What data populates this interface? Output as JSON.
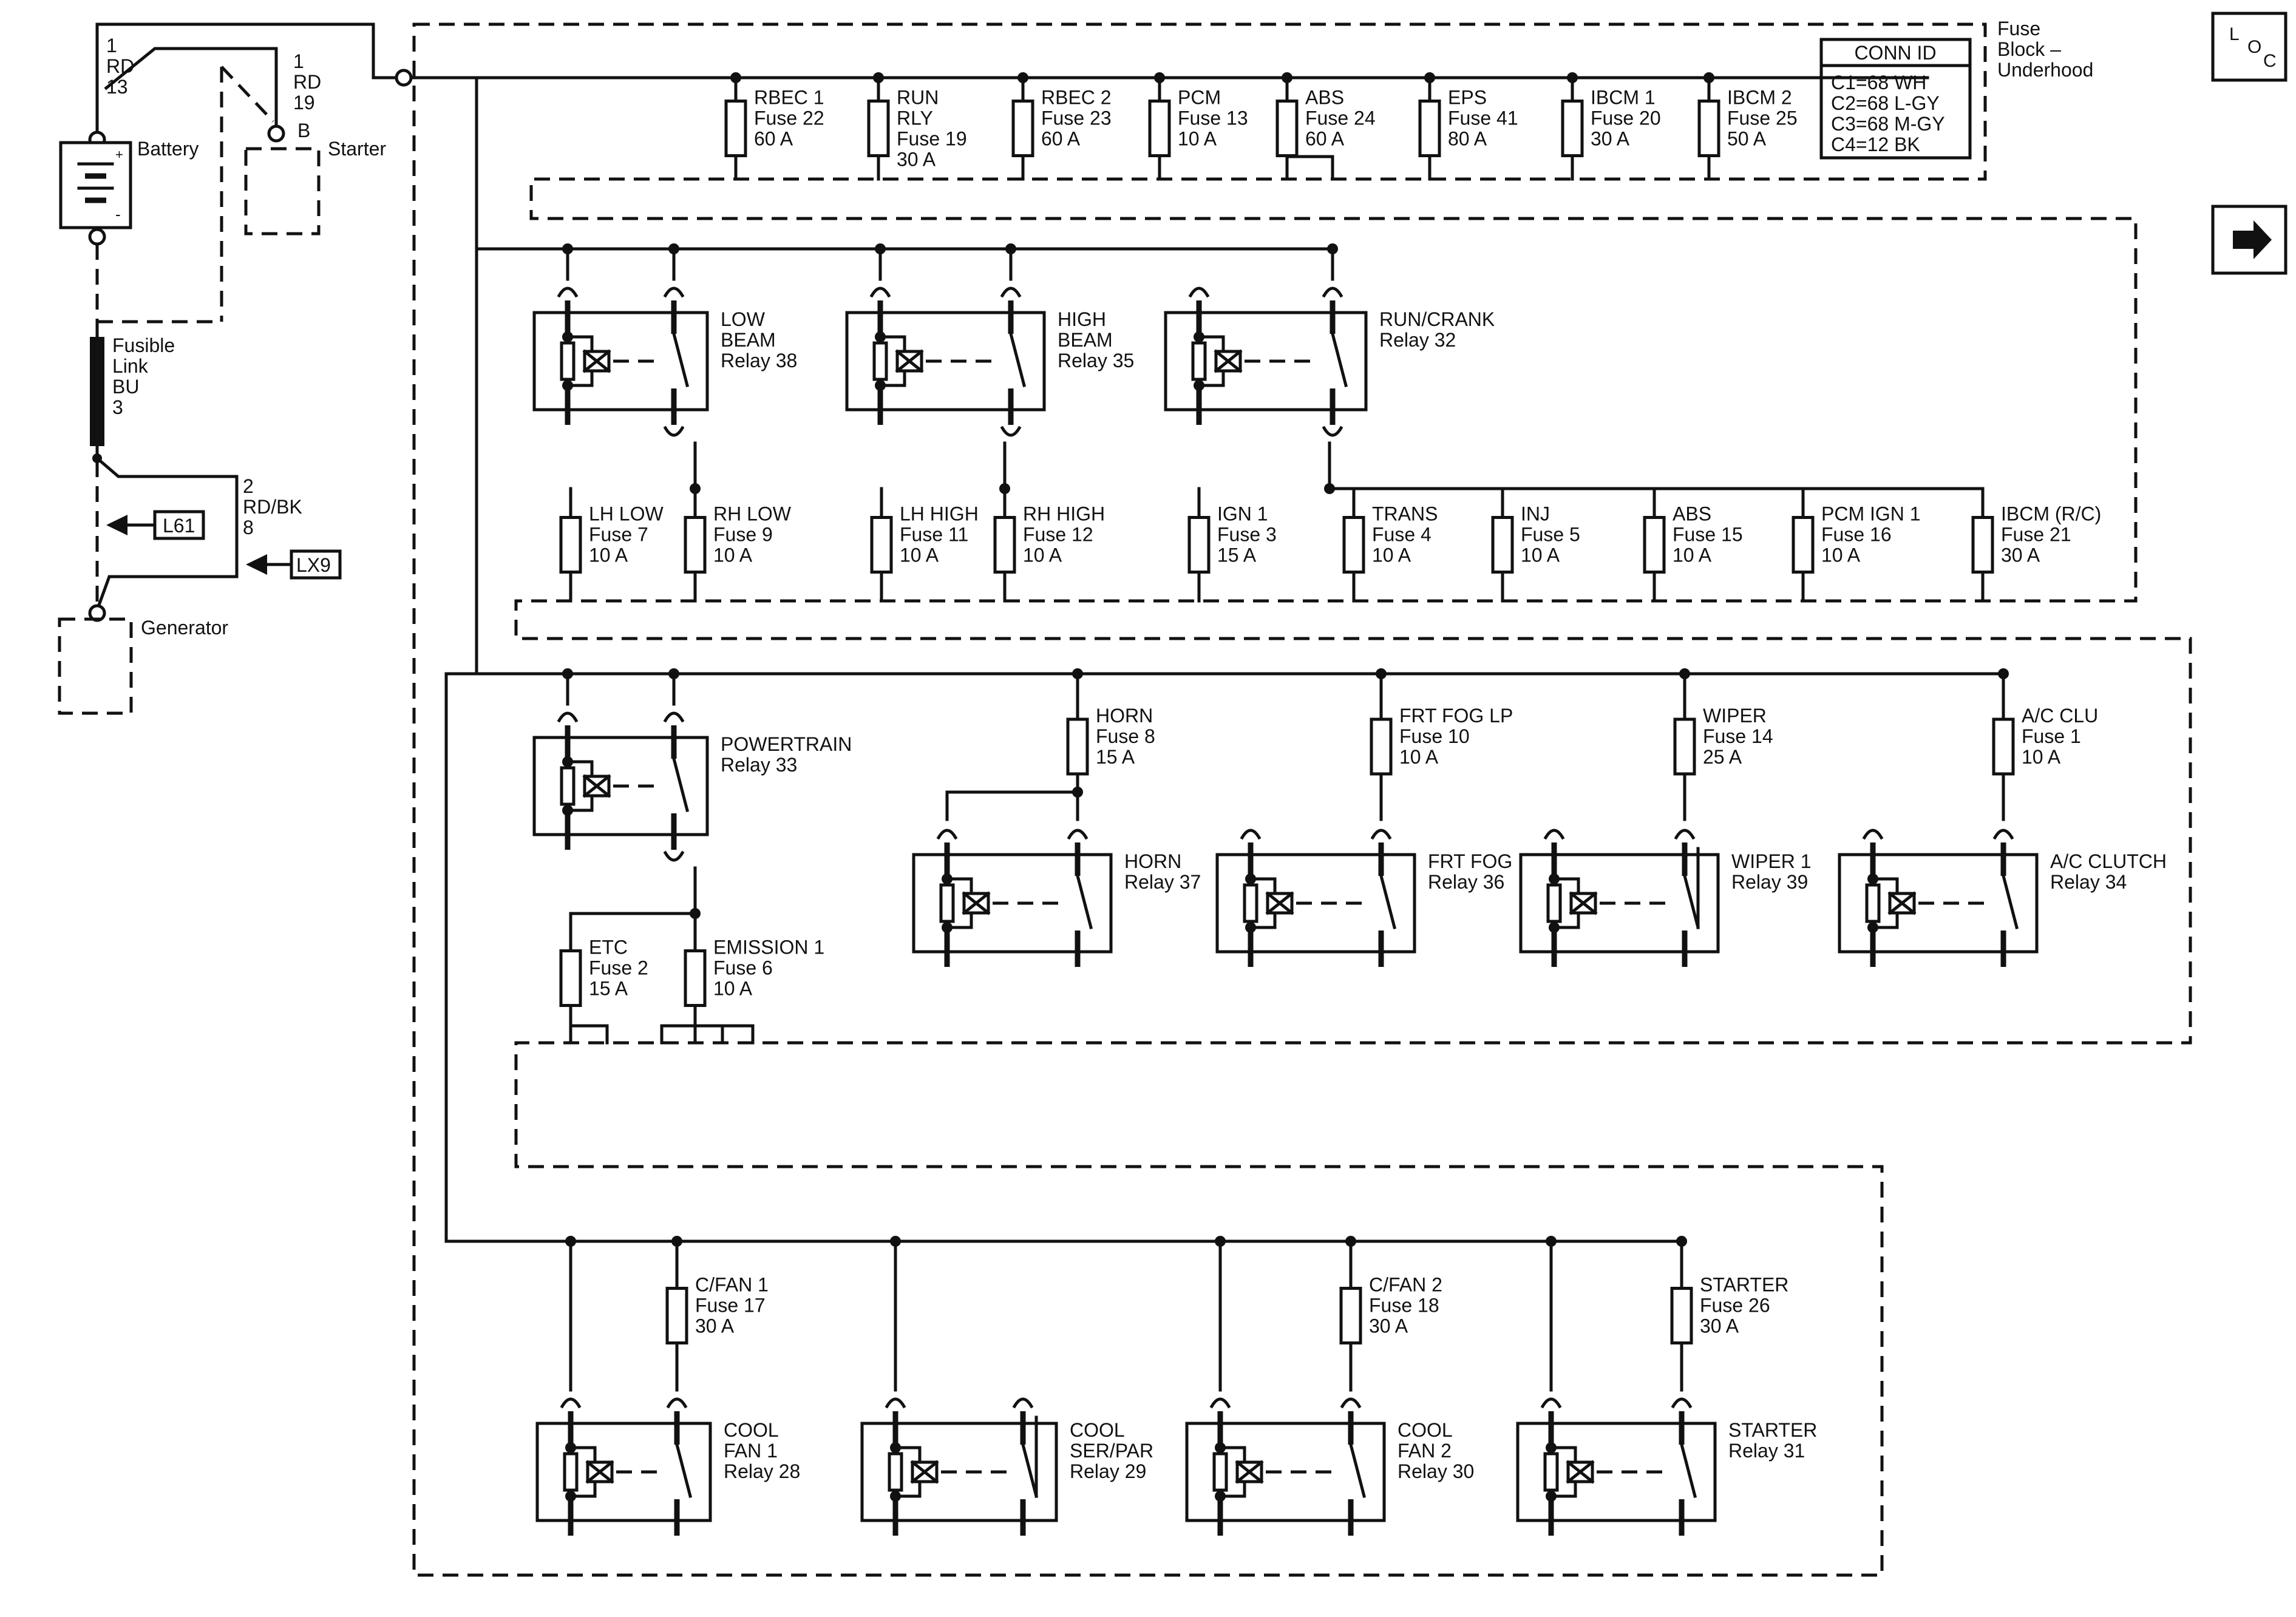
{
  "loc_icon": {
    "letters": [
      "L",
      "O",
      "C"
    ]
  },
  "arrow_icon": "right-arrow-icon",
  "fuse_block": {
    "title_lines": [
      "Fuse",
      "Block –",
      "Underhood"
    ]
  },
  "conn_id": {
    "title": "CONN ID",
    "rows": [
      "C1=68 WH",
      "C2=68 L-GY",
      "C3=68 M-GY",
      "C4=12 BK"
    ]
  },
  "battery": {
    "label": "Battery",
    "plus": "+",
    "minus": "-"
  },
  "starter": {
    "label": "Starter",
    "terminal": "B"
  },
  "generator": {
    "label": "Generator"
  },
  "wire_battery": [
    "1",
    "RD",
    "13"
  ],
  "wire_starter": [
    "1",
    "RD",
    "19"
  ],
  "wire_generator": [
    "2",
    "RD/BK",
    "8"
  ],
  "fusible_link": [
    "Fusible",
    "Link",
    "BU",
    "3"
  ],
  "options": [
    "L61",
    "LX9"
  ],
  "top_fuses": [
    [
      "RBEC 1",
      "Fuse 22",
      "60 A"
    ],
    [
      "RUN",
      "RLY",
      "Fuse 19",
      "30 A"
    ],
    [
      "RBEC 2",
      "Fuse 23",
      "60 A"
    ],
    [
      "PCM",
      "Fuse 13",
      "10 A"
    ],
    [
      "ABS",
      "Fuse 24",
      "60 A"
    ],
    [
      "EPS",
      "Fuse 41",
      "80 A"
    ],
    [
      "IBCM 1",
      "Fuse 20",
      "30 A"
    ],
    [
      "IBCM 2",
      "Fuse 25",
      "50 A"
    ]
  ],
  "relays": {
    "low_beam": [
      "LOW",
      "BEAM",
      "Relay 38"
    ],
    "high_beam": [
      "HIGH",
      "BEAM",
      "Relay 35"
    ],
    "run_crank": [
      "RUN/CRANK",
      "Relay 32"
    ],
    "powertrain": [
      "POWERTRAIN",
      "Relay 33"
    ],
    "horn": [
      "HORN",
      "Relay 37"
    ],
    "frt_fog": [
      "FRT FOG",
      "Relay 36"
    ],
    "wiper1": [
      "WIPER 1",
      "Relay 39"
    ],
    "ac_clutch": [
      "A/C CLUTCH",
      "Relay 34"
    ],
    "cool_fan1": [
      "COOL",
      "FAN 1",
      "Relay 28"
    ],
    "cool_ser": [
      "COOL",
      "SER/PAR",
      "Relay 29"
    ],
    "cool_fan2": [
      "COOL",
      "FAN 2",
      "Relay 30"
    ],
    "starter": [
      "STARTER",
      "Relay 31"
    ]
  },
  "row2_fuses": [
    [
      "LH LOW",
      "Fuse 7",
      "10 A"
    ],
    [
      "RH LOW",
      "Fuse 9",
      "10 A"
    ],
    [
      "LH HIGH",
      "Fuse 11",
      "10 A"
    ],
    [
      "RH HIGH",
      "Fuse 12",
      "10 A"
    ],
    [
      "IGN 1",
      "Fuse 3",
      "15 A"
    ],
    [
      "TRANS",
      "Fuse 4",
      "10 A"
    ],
    [
      "INJ",
      "Fuse 5",
      "10 A"
    ],
    [
      "ABS",
      "Fuse 15",
      "10 A"
    ],
    [
      "PCM IGN 1",
      "Fuse 16",
      "10 A"
    ],
    [
      "IBCM (R/C)",
      "Fuse 21",
      "30 A"
    ]
  ],
  "row3_fuses": [
    [
      "HORN",
      "Fuse 8",
      "15 A"
    ],
    [
      "FRT FOG LP",
      "Fuse 10",
      "10 A"
    ],
    [
      "WIPER",
      "Fuse 14",
      "25 A"
    ],
    [
      "A/C CLU",
      "Fuse 1",
      "10 A"
    ],
    [
      "ETC",
      "Fuse 2",
      "15 A"
    ],
    [
      "EMISSION 1",
      "Fuse 6",
      "10 A"
    ]
  ],
  "row4_fuses": [
    [
      "C/FAN 1",
      "Fuse 17",
      "30 A"
    ],
    [
      "C/FAN 2",
      "Fuse 18",
      "30 A"
    ],
    [
      "STARTER",
      "Fuse 26",
      "30 A"
    ]
  ]
}
